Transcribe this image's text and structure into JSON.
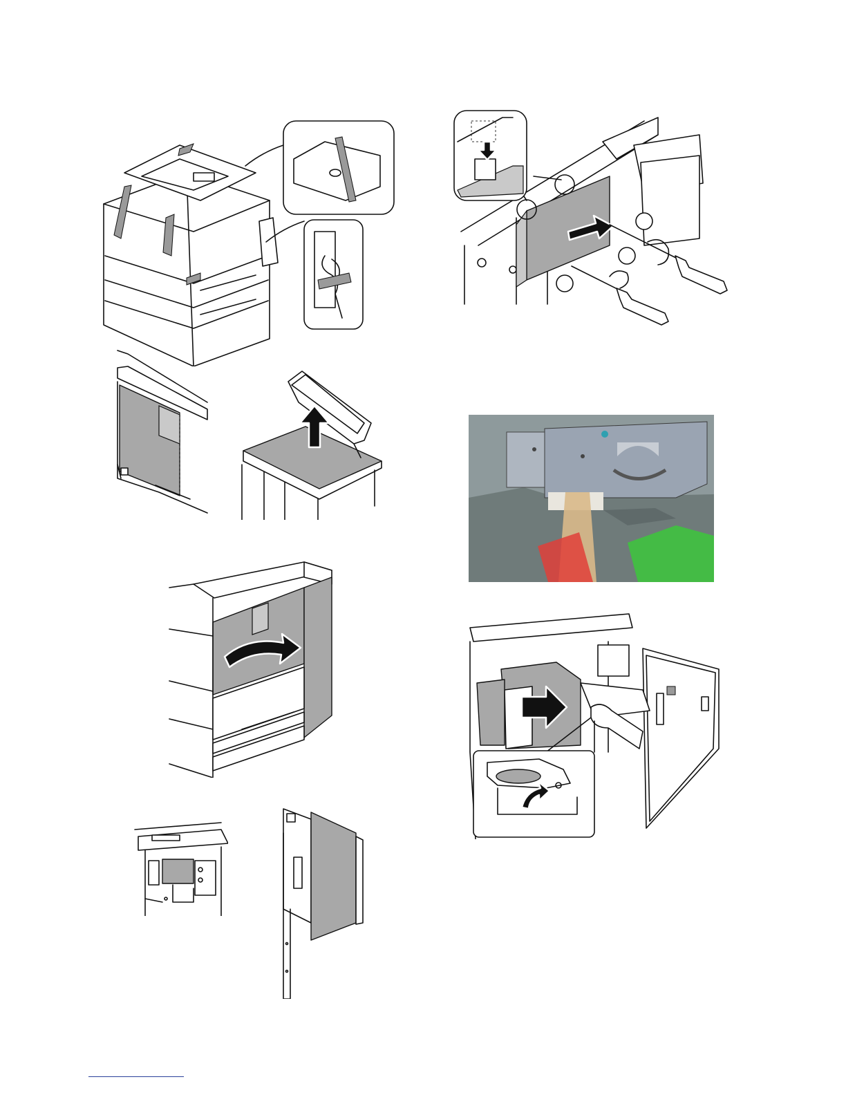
{
  "page": {
    "background": "#ffffff",
    "footer_rule_color": "#2a3f9a"
  },
  "figures": [
    {
      "id": "copier-overview",
      "icons": [
        "copier-icon",
        "tape-strip-icon",
        "callout-cable-icon"
      ]
    },
    {
      "id": "tray-side-panel",
      "icons": [
        "panel-icon"
      ]
    },
    {
      "id": "lift-document-feeder",
      "icons": [
        "up-arrow-icon",
        "document-feeder-icon"
      ]
    },
    {
      "id": "open-front-cover",
      "icons": [
        "curved-arrow-icon",
        "front-cover-icon"
      ]
    },
    {
      "id": "inner-cover",
      "icons": [
        "inner-cover-icon"
      ]
    },
    {
      "id": "removed-door-panel",
      "icons": [
        "door-panel-icon"
      ]
    },
    {
      "id": "remove-unit-screws",
      "icons": [
        "screwdriver-icon",
        "right-arrow-icon",
        "down-arrow-icon"
      ]
    },
    {
      "id": "tape-photo",
      "icons": [
        "photo-icon"
      ],
      "colors": {
        "metal": "#8d98a6",
        "tape": "#d9b98a",
        "red": "#e0403a",
        "green": "#3fc23f"
      }
    },
    {
      "id": "pull-out-unit",
      "icons": [
        "hand-icon",
        "right-arrow-icon",
        "lever-icon"
      ]
    }
  ]
}
